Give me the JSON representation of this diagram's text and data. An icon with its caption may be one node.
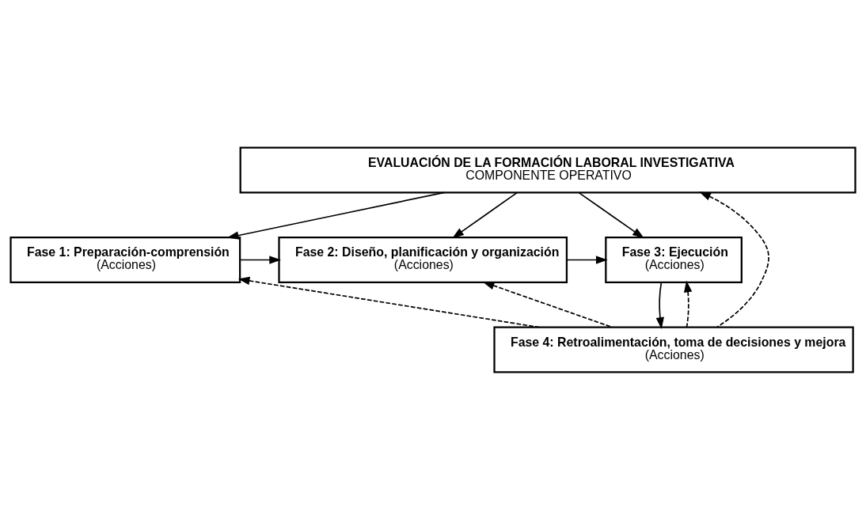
{
  "diagram": {
    "nodes": [
      {
        "text": [
          "EVALUACIÓN DE LA FORMACIÓN LABORAL INVESTIGATIVA",
          "COMPONENTE OPERATIVO"
        ]
      },
      {
        "text": [
          "Fase 1: Preparación-comprensión",
          "(Acciones)"
        ]
      },
      {
        "text": [
          "Fase 2: Diseño, planificación y organización",
          "(Acciones)"
        ]
      },
      {
        "text": [
          "Fase 3: Ejecución",
          "(Acciones)"
        ]
      },
      {
        "text": [
          "Fase 4: Retroalimentación, toma de decisiones y mejora",
          "(Acciones)"
        ]
      }
    ],
    "edges": [
      {
        "from": 0,
        "to": 1,
        "arrow": "to"
      },
      {
        "from": 0,
        "to": 2,
        "arrow": "to"
      },
      {
        "from": 0,
        "to": 3,
        "arrow": "to"
      },
      {
        "from": 1,
        "to": 2,
        "arrow": "to"
      },
      {
        "from": 2,
        "to": 3,
        "arrow": "to"
      },
      {
        "from": 3,
        "to": 4,
        "arrow": "to"
      },
      {
        "from": 4,
        "to": 3,
        "arrow": "to",
        "style": "dashed"
      },
      {
        "from": 4,
        "to": 1,
        "arrow": "to",
        "style": "dashed"
      },
      {
        "from": 4,
        "to": 2,
        "arrow": "to",
        "style": "dashed"
      },
      {
        "from": 4,
        "to": 0,
        "arrow": "to",
        "style": "dashed"
      }
    ]
  }
}
